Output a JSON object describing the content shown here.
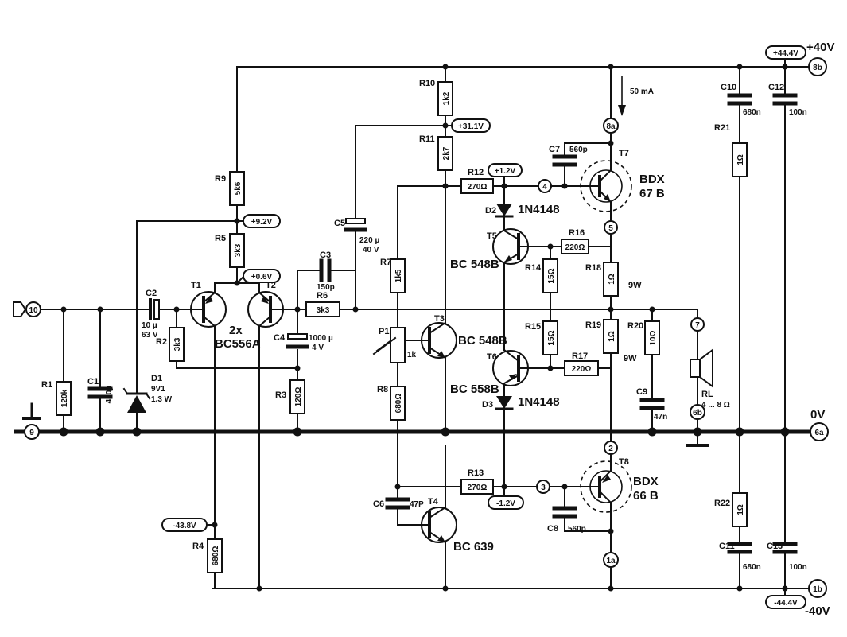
{
  "supply": {
    "pos_rail": "+40V",
    "neg_rail": "-40V",
    "ground": "0V",
    "pos_measured": "+44.4V",
    "neg_measured": "-44.4V",
    "quiescent_current": "50 mA"
  },
  "test_points": {
    "v_r10": "+31.1V",
    "v_t7_base": "+1.2V",
    "v_r5": "+9.2V",
    "v_t1_t2": "+0.6V",
    "v_t8_base": "-1.2V",
    "v_t4": "-43.8V"
  },
  "terminals": {
    "in": "10",
    "gnd": "9",
    "pos": "8b",
    "q_top": "8a",
    "n4": "4",
    "n5": "5",
    "out": "7",
    "spk": "6b",
    "zero": "6a",
    "n2": "2",
    "n3": "3",
    "q_bot": "1a",
    "neg": "1b"
  },
  "resistors": [
    {
      "ref": "R1",
      "value": "120k"
    },
    {
      "ref": "R2",
      "value": "3k3"
    },
    {
      "ref": "R3",
      "value": "120Ω"
    },
    {
      "ref": "R4",
      "value": "680Ω"
    },
    {
      "ref": "R5",
      "value": "3k3"
    },
    {
      "ref": "R6",
      "value": "3k3"
    },
    {
      "ref": "R7",
      "value": "1k5"
    },
    {
      "ref": "R8",
      "value": "680Ω"
    },
    {
      "ref": "R9",
      "value": "5k6"
    },
    {
      "ref": "R10",
      "value": "1k2"
    },
    {
      "ref": "R11",
      "value": "2k7"
    },
    {
      "ref": "R12",
      "value": "270Ω"
    },
    {
      "ref": "R13",
      "value": "270Ω"
    },
    {
      "ref": "R14",
      "value": "15Ω"
    },
    {
      "ref": "R15",
      "value": "15Ω"
    },
    {
      "ref": "R16",
      "value": "220Ω"
    },
    {
      "ref": "R17",
      "value": "220Ω"
    },
    {
      "ref": "R18",
      "value": "1Ω"
    },
    {
      "ref": "R19",
      "value": "1Ω"
    },
    {
      "ref": "R20",
      "value": "10Ω"
    },
    {
      "ref": "R21",
      "value": "1Ω"
    },
    {
      "ref": "R22",
      "value": "1Ω"
    }
  ],
  "resistor_notes": {
    "r18_power": "9W",
    "r19_power": "9W"
  },
  "capacitors": [
    {
      "ref": "C1",
      "value": "470p"
    },
    {
      "ref": "C2",
      "value": "10 µ",
      "rating": "63 V"
    },
    {
      "ref": "C3",
      "value": "150p"
    },
    {
      "ref": "C4",
      "value": "1000 µ",
      "rating": "4 V"
    },
    {
      "ref": "C5",
      "value": "220 µ",
      "rating": "40 V"
    },
    {
      "ref": "C6",
      "value": "47P"
    },
    {
      "ref": "C7",
      "value": "560p"
    },
    {
      "ref": "C8",
      "value": "560p"
    },
    {
      "ref": "C9",
      "value": "47n"
    },
    {
      "ref": "C10",
      "value": "680n"
    },
    {
      "ref": "C11",
      "value": "680n"
    },
    {
      "ref": "C12",
      "value": "100n"
    },
    {
      "ref": "C13",
      "value": "100n"
    }
  ],
  "semis": {
    "t1": "T1",
    "t2": "T2",
    "pair": "2x",
    "pair_type": "BC556A",
    "t3": "T3",
    "t3_type": "BC 548B",
    "t4": "T4",
    "t4_type": "BC 639",
    "t5": "T5",
    "t5_type": "BC 548B",
    "t6": "T6",
    "t6_type": "BC 558B",
    "t7": "T7",
    "t7_type_a": "BDX",
    "t7_type_b": "67 B",
    "t8": "T8",
    "t8_type_a": "BDX",
    "t8_type_b": "66 B",
    "d1": "D1",
    "d1_value": "9V1",
    "d1_power": "1.3 W",
    "d2": "D2",
    "d2_type": "1N4148",
    "d3": "D3",
    "d3_type": "1N4148",
    "p1": "P1",
    "p1_value": "1k",
    "rl": "RL",
    "rl_value": "4 ... 8 Ω"
  }
}
